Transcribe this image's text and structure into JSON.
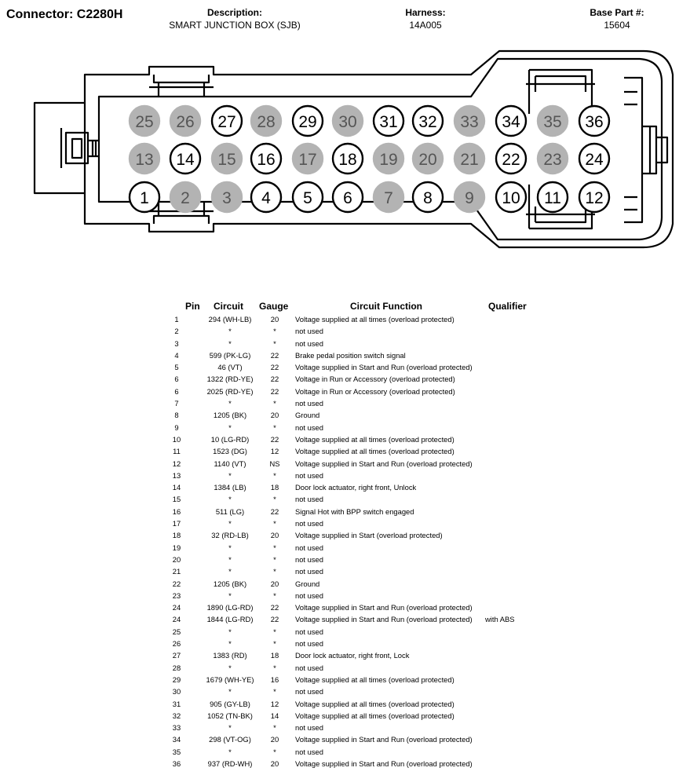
{
  "header": {
    "connector": "Connector: C2280H",
    "description_label": "Description:",
    "description_value": "SMART JUNCTION BOX (SJB)",
    "harness_label": "Harness:",
    "harness_value": "14A005",
    "base_part_label": "Base Part #:",
    "base_part_value": "15604"
  },
  "connector": {
    "rows": [
      [
        25,
        26,
        27,
        28,
        29,
        30,
        31,
        32,
        33,
        34,
        35,
        36
      ],
      [
        13,
        14,
        15,
        16,
        17,
        18,
        19,
        20,
        21,
        22,
        23,
        24
      ],
      [
        1,
        2,
        3,
        4,
        5,
        6,
        7,
        8,
        9,
        10,
        11,
        12
      ]
    ],
    "unused_pins": [
      2,
      3,
      7,
      9,
      13,
      15,
      17,
      19,
      20,
      21,
      23,
      25,
      26,
      28,
      30,
      33,
      35
    ],
    "used_color": "#ffffff",
    "unused_color": "#b3b3b3",
    "unused_text_color": "#555555"
  },
  "table": {
    "headers": {
      "pin": "Pin",
      "circuit": "Circuit",
      "gauge": "Gauge",
      "function": "Circuit Function",
      "qualifier": "Qualifier"
    },
    "rows": [
      {
        "pin": "1",
        "circuit": "294 (WH-LB)",
        "gauge": "20",
        "function": "Voltage supplied at all times (overload protected)",
        "qualifier": ""
      },
      {
        "pin": "2",
        "circuit": "*",
        "gauge": "*",
        "function": "not used",
        "qualifier": ""
      },
      {
        "pin": "3",
        "circuit": "*",
        "gauge": "*",
        "function": "not used",
        "qualifier": ""
      },
      {
        "pin": "4",
        "circuit": "599 (PK-LG)",
        "gauge": "22",
        "function": "Brake pedal position switch signal",
        "qualifier": ""
      },
      {
        "pin": "5",
        "circuit": "46 (VT)",
        "gauge": "22",
        "function": "Voltage supplied in Start and Run (overload protected)",
        "qualifier": ""
      },
      {
        "pin": "6",
        "circuit": "1322 (RD-YE)",
        "gauge": "22",
        "function": "Voltage in Run or Accessory (overload protected)",
        "qualifier": ""
      },
      {
        "pin": "6",
        "circuit": "2025 (RD-YE)",
        "gauge": "22",
        "function": "Voltage in Run or Accessory (overload protected)",
        "qualifier": ""
      },
      {
        "pin": "7",
        "circuit": "*",
        "gauge": "*",
        "function": "not used",
        "qualifier": ""
      },
      {
        "pin": "8",
        "circuit": "1205 (BK)",
        "gauge": "20",
        "function": "Ground",
        "qualifier": ""
      },
      {
        "pin": "9",
        "circuit": "*",
        "gauge": "*",
        "function": "not used",
        "qualifier": ""
      },
      {
        "pin": "10",
        "circuit": "10 (LG-RD)",
        "gauge": "22",
        "function": "Voltage supplied at all times (overload protected)",
        "qualifier": ""
      },
      {
        "pin": "11",
        "circuit": "1523 (DG)",
        "gauge": "12",
        "function": "Voltage supplied at all times (overload protected)",
        "qualifier": ""
      },
      {
        "pin": "12",
        "circuit": "1140 (VT)",
        "gauge": "NS",
        "function": "Voltage supplied in Start and Run (overload protected)",
        "qualifier": ""
      },
      {
        "pin": "13",
        "circuit": "*",
        "gauge": "*",
        "function": "not used",
        "qualifier": ""
      },
      {
        "pin": "14",
        "circuit": "1384 (LB)",
        "gauge": "18",
        "function": "Door lock actuator, right front, Unlock",
        "qualifier": ""
      },
      {
        "pin": "15",
        "circuit": "*",
        "gauge": "*",
        "function": "not used",
        "qualifier": ""
      },
      {
        "pin": "16",
        "circuit": "511 (LG)",
        "gauge": "22",
        "function": "Signal Hot with BPP switch engaged",
        "qualifier": ""
      },
      {
        "pin": "17",
        "circuit": "*",
        "gauge": "*",
        "function": "not used",
        "qualifier": ""
      },
      {
        "pin": "18",
        "circuit": "32 (RD-LB)",
        "gauge": "20",
        "function": "Voltage supplied in Start (overload protected)",
        "qualifier": ""
      },
      {
        "pin": "19",
        "circuit": "*",
        "gauge": "*",
        "function": "not used",
        "qualifier": ""
      },
      {
        "pin": "20",
        "circuit": "*",
        "gauge": "*",
        "function": "not used",
        "qualifier": ""
      },
      {
        "pin": "21",
        "circuit": "*",
        "gauge": "*",
        "function": "not used",
        "qualifier": ""
      },
      {
        "pin": "22",
        "circuit": "1205 (BK)",
        "gauge": "20",
        "function": "Ground",
        "qualifier": ""
      },
      {
        "pin": "23",
        "circuit": "*",
        "gauge": "*",
        "function": "not used",
        "qualifier": ""
      },
      {
        "pin": "24",
        "circuit": "1890 (LG-RD)",
        "gauge": "22",
        "function": "Voltage supplied in Start and Run (overload protected)",
        "qualifier": ""
      },
      {
        "pin": "24",
        "circuit": "1844 (LG-RD)",
        "gauge": "22",
        "function": "Voltage supplied in Start and Run (overload protected)",
        "qualifier": "with ABS"
      },
      {
        "pin": "25",
        "circuit": "*",
        "gauge": "*",
        "function": "not used",
        "qualifier": ""
      },
      {
        "pin": "26",
        "circuit": "*",
        "gauge": "*",
        "function": "not used",
        "qualifier": ""
      },
      {
        "pin": "27",
        "circuit": "1383 (RD)",
        "gauge": "18",
        "function": "Door lock actuator, right front, Lock",
        "qualifier": ""
      },
      {
        "pin": "28",
        "circuit": "*",
        "gauge": "*",
        "function": "not used",
        "qualifier": ""
      },
      {
        "pin": "29",
        "circuit": "1679 (WH-YE)",
        "gauge": "16",
        "function": "Voltage supplied at all times (overload protected)",
        "qualifier": ""
      },
      {
        "pin": "30",
        "circuit": "*",
        "gauge": "*",
        "function": "not used",
        "qualifier": ""
      },
      {
        "pin": "31",
        "circuit": "905 (GY-LB)",
        "gauge": "12",
        "function": "Voltage supplied at all times (overload protected)",
        "qualifier": ""
      },
      {
        "pin": "32",
        "circuit": "1052 (TN-BK)",
        "gauge": "14",
        "function": "Voltage supplied at all times (overload protected)",
        "qualifier": ""
      },
      {
        "pin": "33",
        "circuit": "*",
        "gauge": "*",
        "function": "not used",
        "qualifier": ""
      },
      {
        "pin": "34",
        "circuit": "298 (VT-OG)",
        "gauge": "20",
        "function": "Voltage supplied in Start and Run (overload protected)",
        "qualifier": ""
      },
      {
        "pin": "35",
        "circuit": "*",
        "gauge": "*",
        "function": "not used",
        "qualifier": ""
      },
      {
        "pin": "36",
        "circuit": "937 (RD-WH)",
        "gauge": "20",
        "function": "Voltage supplied in Start and Run (overload protected)",
        "qualifier": ""
      }
    ]
  }
}
